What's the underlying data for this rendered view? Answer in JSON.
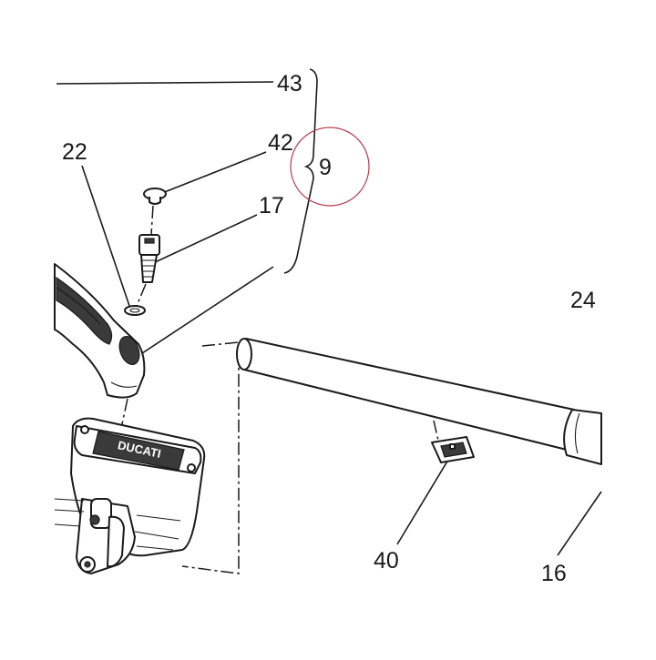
{
  "callouts": {
    "c43": "43",
    "c42": "42",
    "c9": "9",
    "c22": "22",
    "c17": "17",
    "c24": "24",
    "c40": "40",
    "c16": "16"
  },
  "colors": {
    "ink": "#1a1a1a",
    "highlight_circle": "#b83a4a",
    "background": "#ffffff"
  },
  "master_cylinder_cover_text": "DUCATI"
}
